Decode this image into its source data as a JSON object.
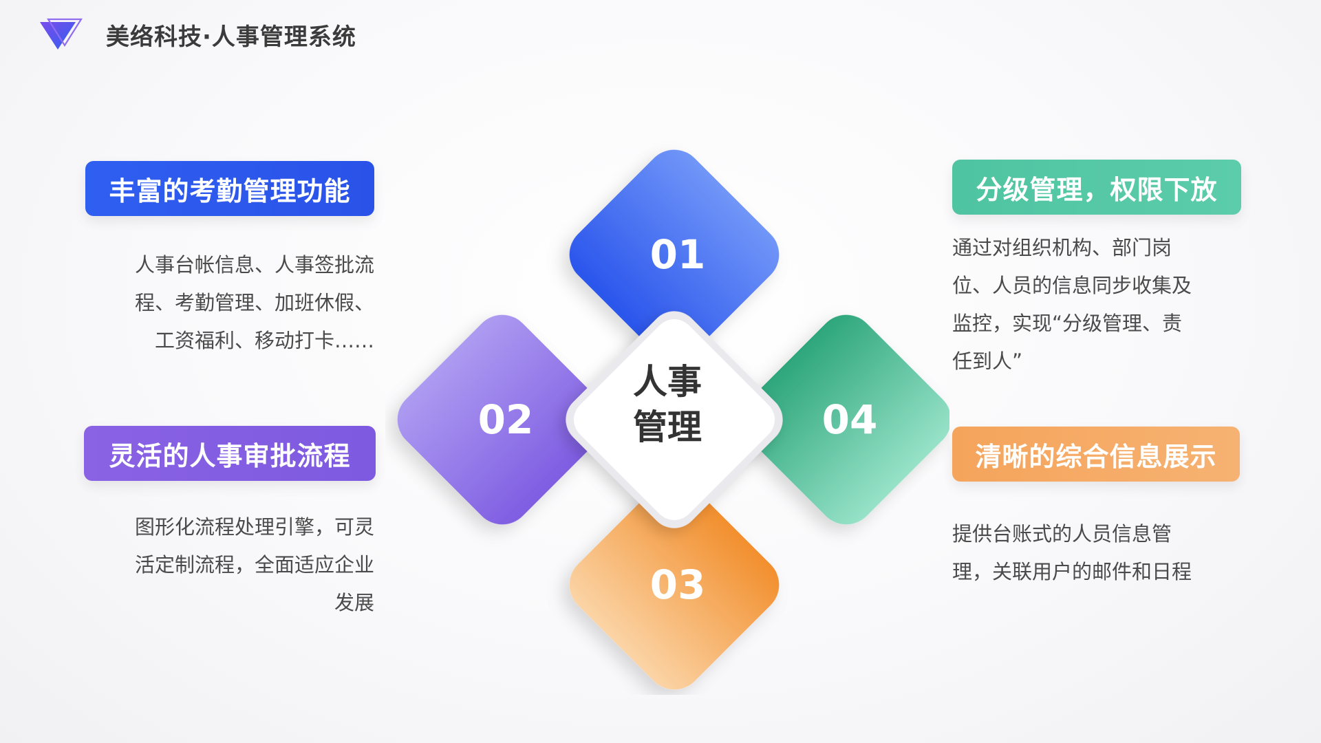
{
  "header": {
    "brand": "美络科技·人事管理系统",
    "logo_icon": "triangle-logo-icon"
  },
  "colors": {
    "blue": "#2f5ff0",
    "purple": "#8a62e4",
    "orange": "#f5a45b",
    "green": "#4fc4a1",
    "text": "#4a4a4a"
  },
  "center": {
    "line1": "人事",
    "line2": "管理"
  },
  "diamonds": {
    "d01": "01",
    "d02": "02",
    "d03": "03",
    "d04": "04"
  },
  "features": {
    "f1": {
      "title": "丰富的考勤管理功能",
      "lines": [
        "人事台帐信息、人事签批流",
        "程、考勤管理、加班休假、",
        "工资福利、移动打卡……"
      ]
    },
    "f2": {
      "title": "灵活的人事审批流程",
      "lines": [
        "图形化流程处理引擎，可灵",
        "活定制流程，全面适应企业",
        "发展"
      ]
    },
    "f4": {
      "title": "分级管理，权限下放",
      "lines": [
        "通过对组织机构、部门岗",
        "位、人员的信息同步收集及",
        "监控，实现“分级管理、责",
        "任到人”"
      ]
    },
    "f3": {
      "title": "清晰的综合信息展示",
      "lines": [
        "提供台账式的人员信息管",
        "理，关联用户的邮件和日程"
      ]
    }
  }
}
